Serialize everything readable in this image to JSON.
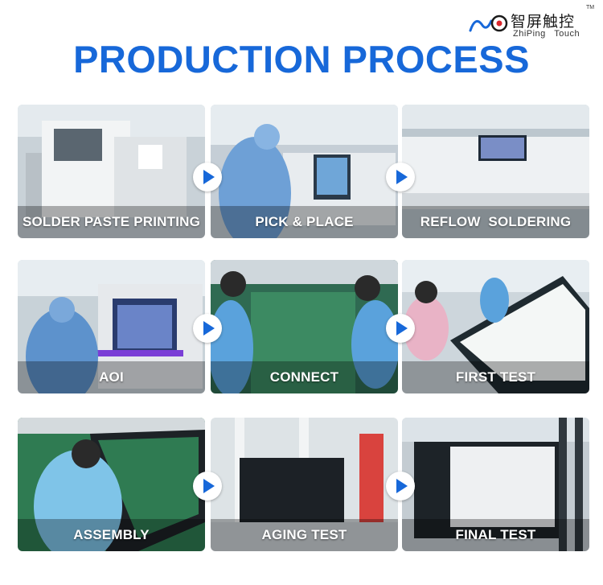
{
  "brand": {
    "cn": "智屏触控",
    "en": "ZhiPing   Touch",
    "tm": "TM"
  },
  "title": "PRODUCTION PROCESS",
  "steps": [
    {
      "label": "SOLDER PASTE PRINTING"
    },
    {
      "label": "PICK & PLACE"
    },
    {
      "label": "REFLOW  SOLDERING"
    },
    {
      "label": "AOI"
    },
    {
      "label": "CONNECT"
    },
    {
      "label": "FIRST TEST"
    },
    {
      "label": "ASSEMBLY"
    },
    {
      "label": "AGING TEST"
    },
    {
      "label": "FINAL TEST"
    }
  ],
  "colors": {
    "accent": "#1768d9",
    "label_text": "#ffffff"
  }
}
